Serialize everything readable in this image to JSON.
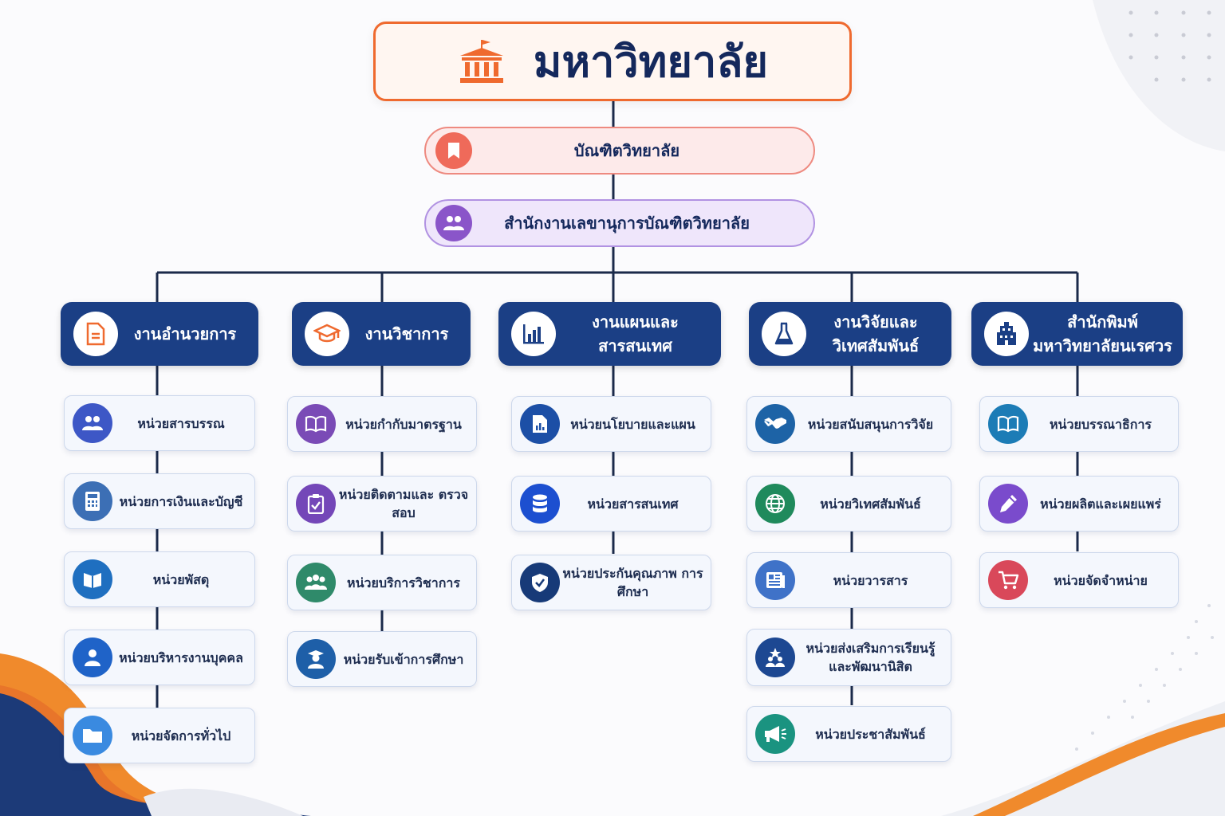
{
  "root": {
    "title": "มหาวิทยาลัย",
    "icon": "university-building-icon"
  },
  "level1": {
    "title": "บัณฑิตวิทยาลัย",
    "icon": "bookmark-icon",
    "color": "#ef6a5a"
  },
  "level2": {
    "title": "สำนักงานเลขานุการบัณฑิตวิทยาลัย",
    "icon": "people-group-icon",
    "color": "#8a55c9"
  },
  "departments": [
    {
      "title": "งานอำนวยการ",
      "icon": "document-icon",
      "units": [
        {
          "label": "หน่วยสารบรรณ",
          "icon": "people-icon",
          "color": "#3d57c6"
        },
        {
          "label": "หน่วยการเงินและบัญชี",
          "icon": "calculator-icon",
          "color": "#3c6fb5"
        },
        {
          "label": "หน่วยพัสดุ",
          "icon": "box-icon",
          "color": "#1f6fc0"
        },
        {
          "label": "หน่วยบริหารงานบุคคล",
          "icon": "person-icon",
          "color": "#1f63c8"
        },
        {
          "label": "หน่วยจัดการทั่วไป",
          "icon": "folder-icon",
          "color": "#3a8ae0"
        }
      ]
    },
    {
      "title": "งานวิชาการ",
      "icon": "graduation-cap-icon",
      "units": [
        {
          "label": "หน่วยกำกับมาตรฐาน",
          "icon": "open-book-icon",
          "color": "#7a4bb6"
        },
        {
          "label": "หน่วยติดตามและ ตรวจสอบ",
          "icon": "clipboard-check-icon",
          "color": "#7447b8"
        },
        {
          "label": "หน่วยบริการวิชาการ",
          "icon": "group-icon",
          "color": "#2f8a6a"
        },
        {
          "label": "หน่วยรับเข้าการศึกษา",
          "icon": "student-icon",
          "color": "#1e5fa8"
        }
      ]
    },
    {
      "title": "งานแผนและสารสนเทศ",
      "icon": "bar-chart-icon",
      "units": [
        {
          "label": "หน่วยนโยบายและแผน",
          "icon": "report-icon",
          "color": "#1c4fa6"
        },
        {
          "label": "หน่วยสารสนเทศ",
          "icon": "database-icon",
          "color": "#1c4fd0"
        },
        {
          "label": "หน่วยประกันคุณภาพ การศึกษา",
          "icon": "shield-check-icon",
          "color": "#173a78"
        }
      ]
    },
    {
      "title": "งานวิจัยและ วิเทศสัมพันธ์",
      "icon": "flask-icon",
      "units": [
        {
          "label": "หน่วยสนับสนุนการวิจัย",
          "icon": "handshake-icon",
          "color": "#1d63a6"
        },
        {
          "label": "หน่วยวิเทศสัมพันธ์",
          "icon": "globe-icon",
          "color": "#1f8a5c"
        },
        {
          "label": "หน่วยวารสาร",
          "icon": "journal-icon",
          "color": "#3f72c8"
        },
        {
          "label": "หน่วยส่งเสริมการเรียนรู้ และพัฒนานิสิต",
          "icon": "learning-icon",
          "color": "#1d4892"
        },
        {
          "label": "หน่วยประชาสัมพันธ์",
          "icon": "megaphone-icon",
          "color": "#1a9380"
        }
      ]
    },
    {
      "title": "สำนักพิมพ์ มหาวิทยาลัยนเรศวร",
      "icon": "office-building-icon",
      "units": [
        {
          "label": "หน่วยบรรณาธิการ",
          "icon": "book-icon",
          "color": "#1c7cb6"
        },
        {
          "label": "หน่วยผลิตและเผยแพร่",
          "icon": "pen-icon",
          "color": "#7a4bcc"
        },
        {
          "label": "หน่วยจัดจำหน่าย",
          "icon": "cart-icon",
          "color": "#d9485a"
        }
      ]
    }
  ]
}
